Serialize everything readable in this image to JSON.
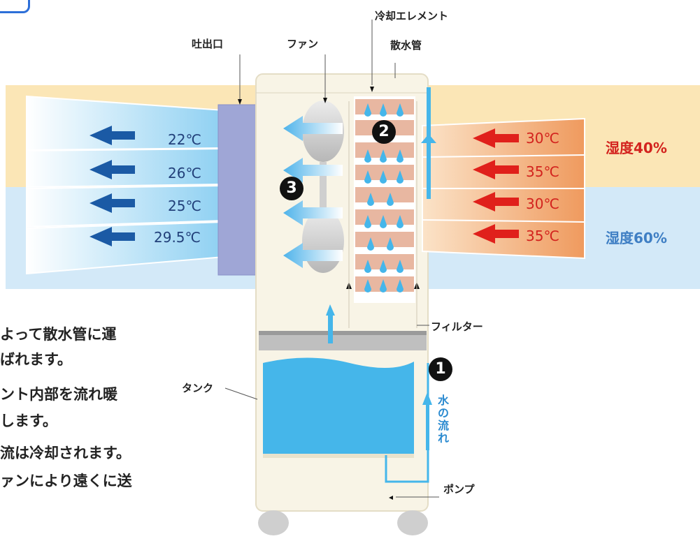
{
  "labels": {
    "cooling_element": "冷却エレメント",
    "outlet": "吐出口",
    "fan": "ファン",
    "sprinkler_pipe": "散水管",
    "filter": "フィルター",
    "tank": "タンク",
    "pump": "ポンプ",
    "water_flow": "水の流れ"
  },
  "step_numbers": [
    "1",
    "2",
    "3"
  ],
  "outlet_temps": [
    "22℃",
    "26℃",
    "25℃",
    "29.5℃"
  ],
  "inlet_temps": [
    "30℃",
    "35℃",
    "30℃",
    "35℃"
  ],
  "humidity": {
    "upper": "湿度40%",
    "lower": "湿度60%",
    "upper_color": "#d3231e",
    "lower_color": "#3f7fc4"
  },
  "description_lines": [
    "よって散水管に運",
    "ばれます。",
    "ント内部を流れ暖",
    "します。",
    "流は冷却されます。",
    "ァンにより遠くに送"
  ],
  "colors": {
    "upper_band": "#fbe6b6",
    "lower_band": "#d3e9f8",
    "outlet_arrow": "#1b5aa5",
    "inlet_arrow": "#e0201b",
    "water": "#45b6ea",
    "brick": "#e8b7a1"
  }
}
